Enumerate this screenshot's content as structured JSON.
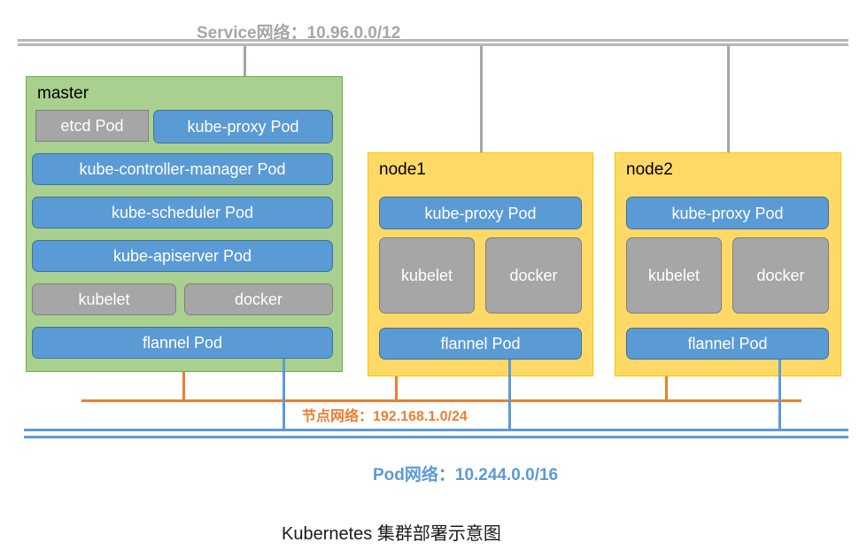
{
  "diagram": {
    "caption": "Kubernetes 集群部署示意图",
    "networks": {
      "service": {
        "label": "Service网络：10.96.0.0/12",
        "cidr": "10.96.0.0/12",
        "color": "#a6a6a6"
      },
      "node": {
        "label": "节点网络：192.168.1.0/24",
        "cidr": "192.168.1.0/24",
        "color": "#ed7d31"
      },
      "pod": {
        "label": "Pod网络：10.244.0.0/16",
        "cidr": "10.244.0.0/16",
        "color": "#5b9bd5"
      }
    },
    "hosts": [
      {
        "name": "master",
        "role": "control-plane",
        "fill": "#a9d08e",
        "stroke": "#70ad47",
        "components": [
          {
            "label": "etcd Pod",
            "kind": "gray"
          },
          {
            "label": "kube-proxy Pod",
            "kind": "blue"
          },
          {
            "label": "kube-controller-manager Pod",
            "kind": "blue"
          },
          {
            "label": "kube-scheduler Pod",
            "kind": "blue"
          },
          {
            "label": "kube-apiserver Pod",
            "kind": "blue"
          },
          {
            "label": "kubelet",
            "kind": "gray"
          },
          {
            "label": "docker",
            "kind": "gray"
          },
          {
            "label": "flannel Pod",
            "kind": "blue"
          }
        ]
      },
      {
        "name": "node1",
        "role": "worker",
        "fill": "#ffd966",
        "stroke": "#ffc000",
        "components": [
          {
            "label": "kube-proxy Pod",
            "kind": "blue"
          },
          {
            "label": "kubelet",
            "kind": "gray"
          },
          {
            "label": "docker",
            "kind": "gray"
          },
          {
            "label": "flannel Pod",
            "kind": "blue"
          }
        ]
      },
      {
        "name": "node2",
        "role": "worker",
        "fill": "#ffd966",
        "stroke": "#ffc000",
        "components": [
          {
            "label": "kube-proxy Pod",
            "kind": "blue"
          },
          {
            "label": "kubelet",
            "kind": "gray"
          },
          {
            "label": "docker",
            "kind": "gray"
          },
          {
            "label": "flannel Pod",
            "kind": "blue"
          }
        ]
      }
    ]
  }
}
